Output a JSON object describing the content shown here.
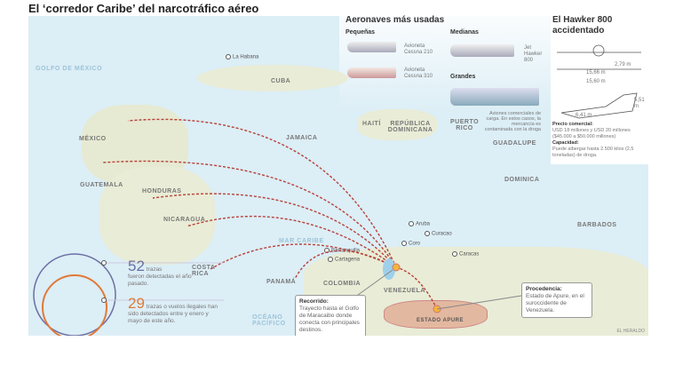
{
  "title": "El ‘corredor Caribe’ del narcotráfico aéreo",
  "map": {
    "seas": [
      "GOLFO DE MÉXICO",
      "MAR CARIBE",
      "OCÉANO PACÍFICO"
    ],
    "countries": [
      "MÉXICO",
      "CUBA",
      "JAMAICA",
      "HAITÍ",
      "REPÚBLICA DOMINICANA",
      "PUERTO RICO",
      "GUATEMALA",
      "HONDURAS",
      "NICARAGUA",
      "COSTA RICA",
      "PANAMÁ",
      "COLOMBIA",
      "VENEZUELA",
      "GUADALUPE",
      "DOMINICA",
      "BARBADOS",
      "ESTADO APURE"
    ],
    "cities": [
      "La Habana",
      "Aruba",
      "Curacao",
      "Coro",
      "Caracas",
      "Barranquilla",
      "Cartagena"
    ],
    "credit": "EL HERALDO"
  },
  "aircraft": {
    "heading": "Aeronaves más usadas",
    "small_heading": "Pequeñas",
    "small": [
      "Avioneta Cessna 210",
      "Avioneta Cessna 310"
    ],
    "medium_heading": "Medianas",
    "medium": "Jet Hawker 800",
    "large_heading": "Grandes",
    "large": "Aviones comerciales de carga. En estos casos, la mercancía es contaminada con la droga"
  },
  "hawker": {
    "heading": "El Hawker 800 accidentado",
    "dims": [
      "2,79 m",
      "15,66 m",
      "15,60 m",
      "5,51 m",
      "6,41 m"
    ],
    "price_label": "Precio comercial:",
    "price": "USD 18 millones y USD 20 millones ($45.000 a $50.000 millones)",
    "capacity_label": "Capacidad:",
    "capacity": "Puede albergar hasta 2.500 kilos (2,5 toneladas) de droga."
  },
  "stats": {
    "n1": "52",
    "t1a": "trazas",
    "t1b": "fueron detectadas el año pasado.",
    "n2": "29",
    "t2": "trazas o vuelos ilegales han sido detectados entre y enero y mayo de este año.",
    "colors": {
      "last_year": "#6b6fa3",
      "this_year": "#e07a3a"
    }
  },
  "route": {
    "label": "Recorrido:",
    "text": "Trayecto hasta el Golfo de Maracaibo donde conecta con principales destinos."
  },
  "origin": {
    "label": "Procedencia:",
    "text": "Estado de Apure, en el suroccidente de Venezuela."
  }
}
